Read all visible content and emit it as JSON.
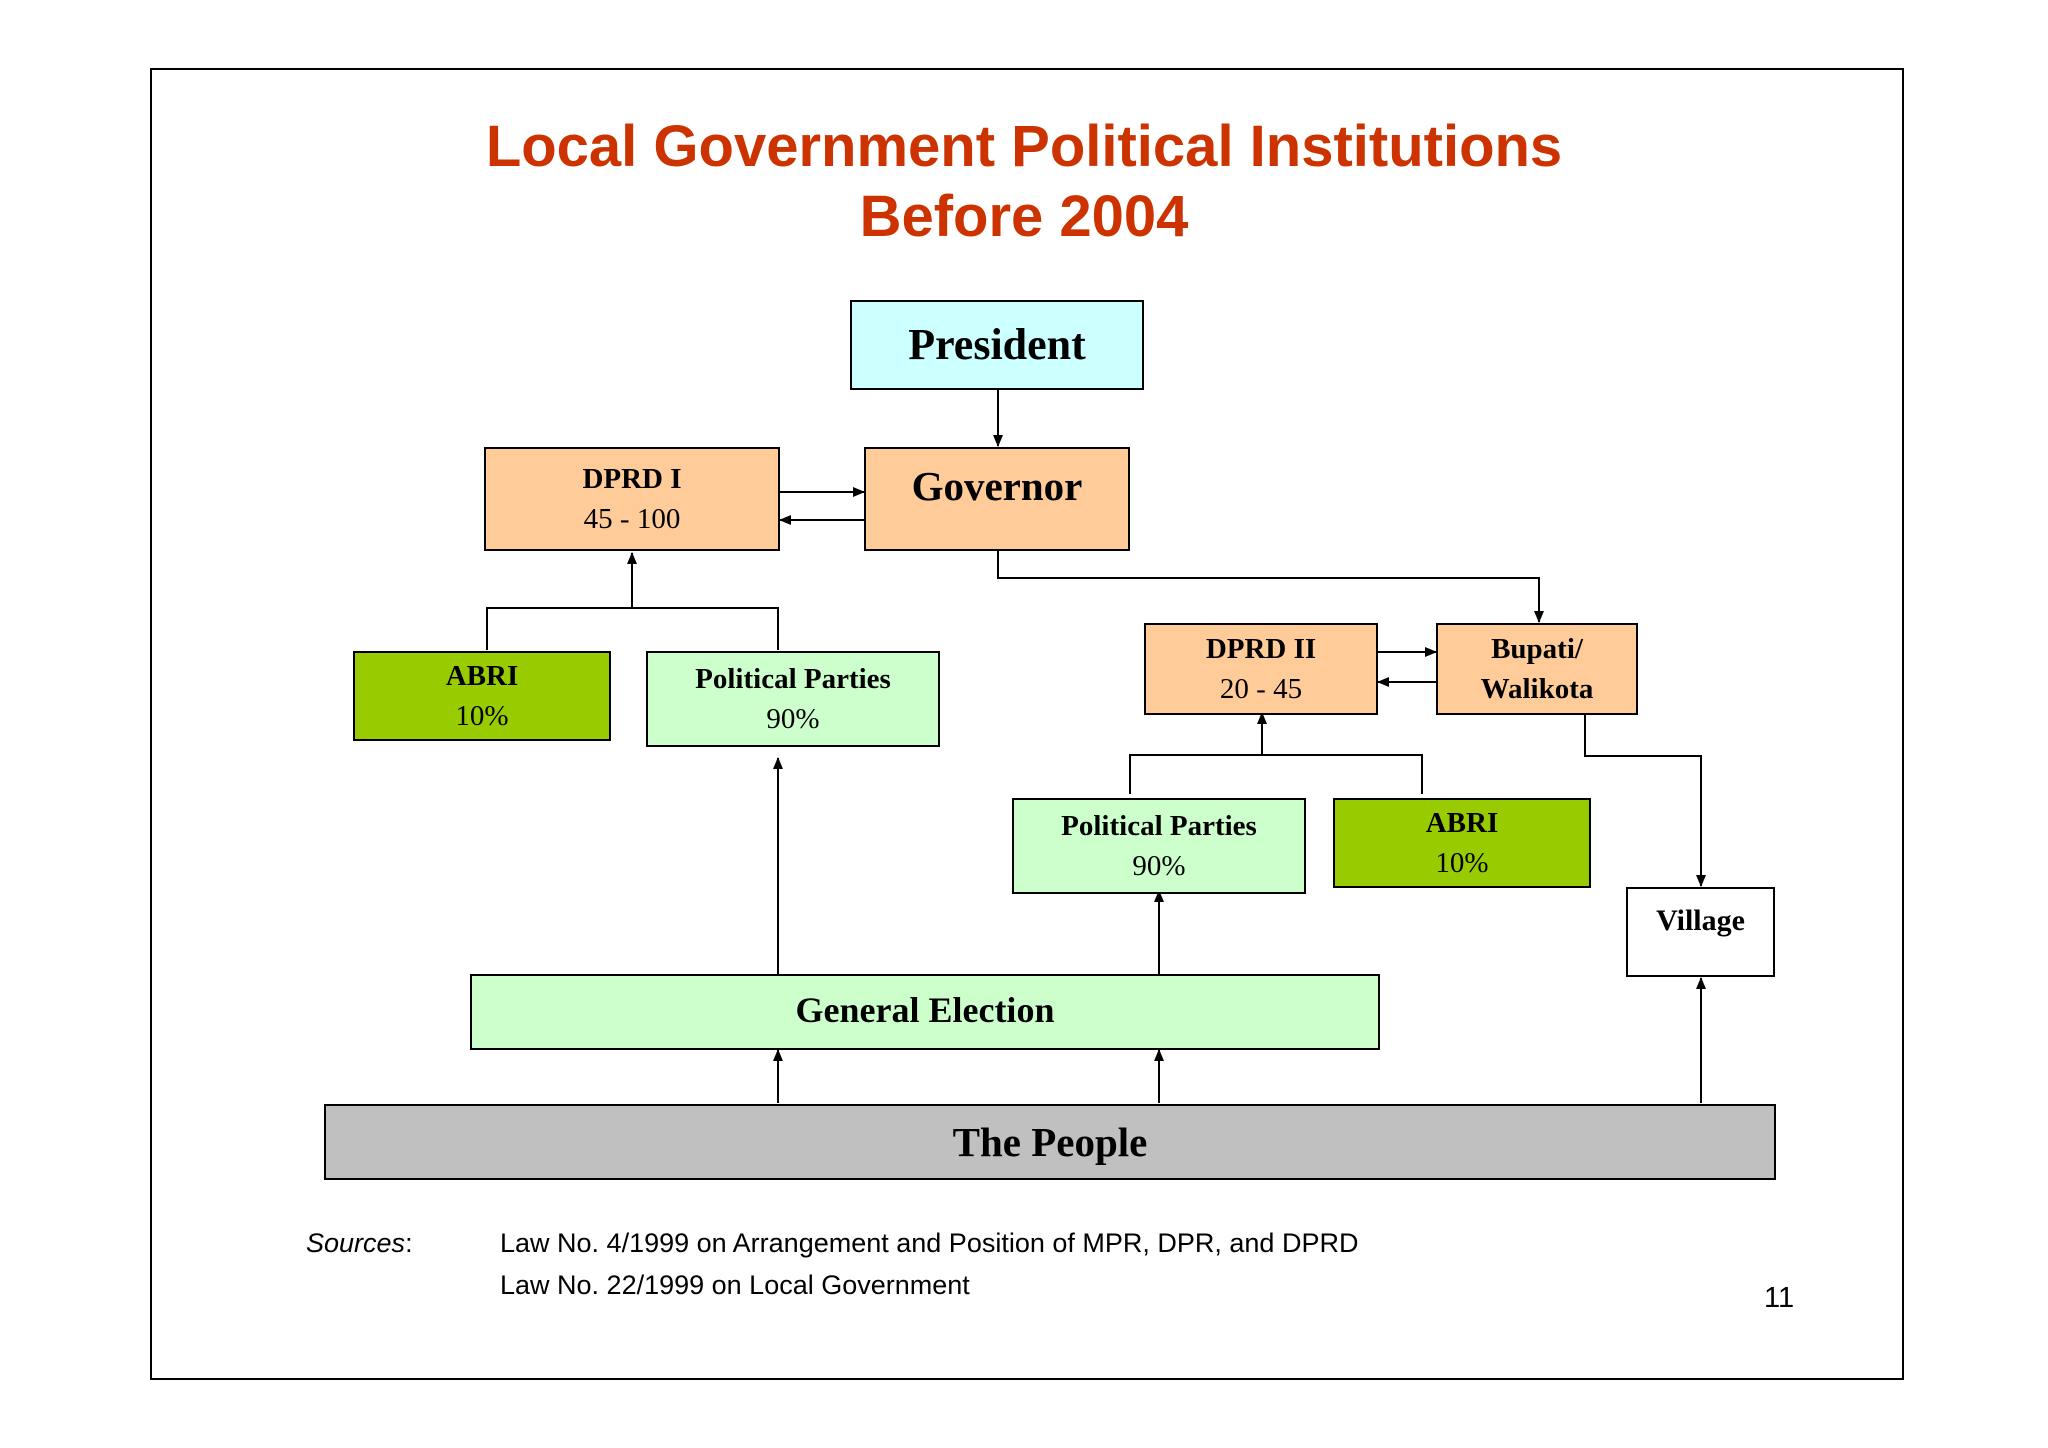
{
  "title": {
    "line1": "Local Government Political Institutions",
    "line2": "Before 2004"
  },
  "nodes": {
    "president": {
      "label": "President"
    },
    "governor": {
      "label": "Governor"
    },
    "dprd1": {
      "label": "DPRD I",
      "detail": "45 - 100"
    },
    "abri1": {
      "label": "ABRI",
      "detail": "10%"
    },
    "parties1": {
      "label": "Political Parties",
      "detail": "90%"
    },
    "dprd2": {
      "label": "DPRD II",
      "detail": "20 - 45"
    },
    "bupati": {
      "line1": "Bupati/",
      "line2": "Walikota"
    },
    "parties2": {
      "label": "Political Parties",
      "detail": "90%"
    },
    "abri2": {
      "label": "ABRI",
      "detail": "10%"
    },
    "village": {
      "label": "Village"
    },
    "election": {
      "label": "General Election"
    },
    "people": {
      "label": "The People"
    }
  },
  "sources": {
    "label": "Sources",
    "colon": ":",
    "items": [
      "Law No. 4/1999 on Arrangement and Position of MPR, DPR, and DPRD",
      "Law No. 22/1999 on Local Government"
    ]
  },
  "page_number": "11",
  "colors": {
    "title": "#cc3300",
    "peach": "#ffcc99",
    "cyan": "#ccffff",
    "light_green": "#ccffcc",
    "dark_green": "#99cc00",
    "gray": "#c0c0c0"
  }
}
